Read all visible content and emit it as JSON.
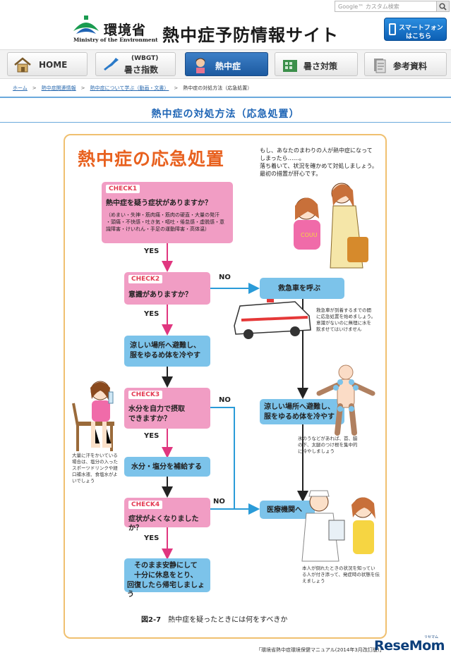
{
  "search": {
    "placeholder": "Google™ カスタム検索"
  },
  "header": {
    "ministry_jp": "環境省",
    "ministry_en": "Ministry of the Environment",
    "site_title": "熱中症予防情報サイト",
    "smartphone_line1": "スマートフォン",
    "smartphone_line2": "はこちら"
  },
  "nav": {
    "home": "HOME",
    "wbgt_sub": "(WBGT)",
    "wbgt": "暑さ指数",
    "heatstroke": "熱中症",
    "measures": "暑さ対策",
    "references": "参考資料"
  },
  "breadcrumb": {
    "home": "ホーム",
    "related": "熱中症関連情報",
    "learn": "熱中症について学ぶ（動画・文書）",
    "current": "熱中症の対処方法（応急処置）"
  },
  "page_title": "熱中症の対処方法（応急処置）",
  "figure": {
    "heading": "熱中症の応急処置",
    "intro_1": "もし、あなたのまわりの人が熱中症になって",
    "intro_2": "しまったら……。",
    "intro_3": "落ち着いて、状況を確かめて対処しましょう。",
    "intro_4": "最初の措置が肝心です。",
    "check1_tag": "CHECK1",
    "check1_q": "熱中症を疑う症状がありますか？",
    "check1_symptoms_1": "（めまい・失神・筋肉痛・筋肉の硬直・大量の発汗",
    "check1_symptoms_2": "・頭痛・不快感・吐き気・嘔吐・倦怠感・虚脱感・意",
    "check1_symptoms_3": "識障害・けいれん・手足の運動障害・高体温）",
    "yes1": "YES",
    "check2_tag": "CHECK2",
    "check2_q": "意識がありますか？",
    "no1": "NO",
    "ambulance": "救急車を呼ぶ",
    "ambulance_note_1": "救急車が到着するまでの間",
    "ambulance_note_2": "に応急処置を始めましょう。",
    "ambulance_note_3": "意識がないのに無理に水を",
    "ambulance_note_4": "飲ませてはいけません",
    "yes2": "YES",
    "cool1_1": "涼しい場所へ避難し、",
    "cool1_2": "服をゆるめ体を冷やす",
    "check3_tag": "CHECK3",
    "check3_q1": "水分を自力で摂取",
    "check3_q2": "できますか？",
    "no2": "NO",
    "cool2_1": "涼しい場所へ避難し、",
    "cool2_2": "服をゆるめ体を冷やす",
    "cool2_note_1": "氷のうなどがあれば、首、脇",
    "cool2_note_2": "の下、太腿のつけ根を集中的",
    "cool2_note_3": "に冷やしましょう",
    "sweat_note_1": "大量に汗をかいている",
    "sweat_note_2": "場合は、塩分の入った",
    "sweat_note_3": "スポーツドリンクや経",
    "sweat_note_4": "口補水液、食塩水がよ",
    "sweat_note_5": "いでしょう",
    "yes3": "YES",
    "hydrate": "水分・塩分を補給する",
    "check4_tag": "CHECK4",
    "check4_q": "症状がよくなりましたか？",
    "no3": "NO",
    "hospital": "医療機関へ",
    "hospital_note_1": "本人が倒れたときの状況を知ってい",
    "hospital_note_2": "る人が付き添って、発症時の状態を伝",
    "hospital_note_3": "えましょう",
    "yes4": "YES",
    "rest_1": "そのまま安静にして",
    "rest_2": "十分に休息をとり、",
    "rest_3": "回復したら帰宅しましょう",
    "caption_num": "図2-7",
    "caption_title": "熱中症を疑ったときには何をすべきか"
  },
  "source": "「環境省熱中症環境保健マニュアル(2014年3月改訂版)」",
  "watermark": "ReseMom",
  "watermark_small": "リセマム",
  "colors": {
    "pink_box": "#f19dc4",
    "blue_box": "#7cc3ea",
    "heading": "#e8611f",
    "accent_blue": "#1d64b5"
  }
}
